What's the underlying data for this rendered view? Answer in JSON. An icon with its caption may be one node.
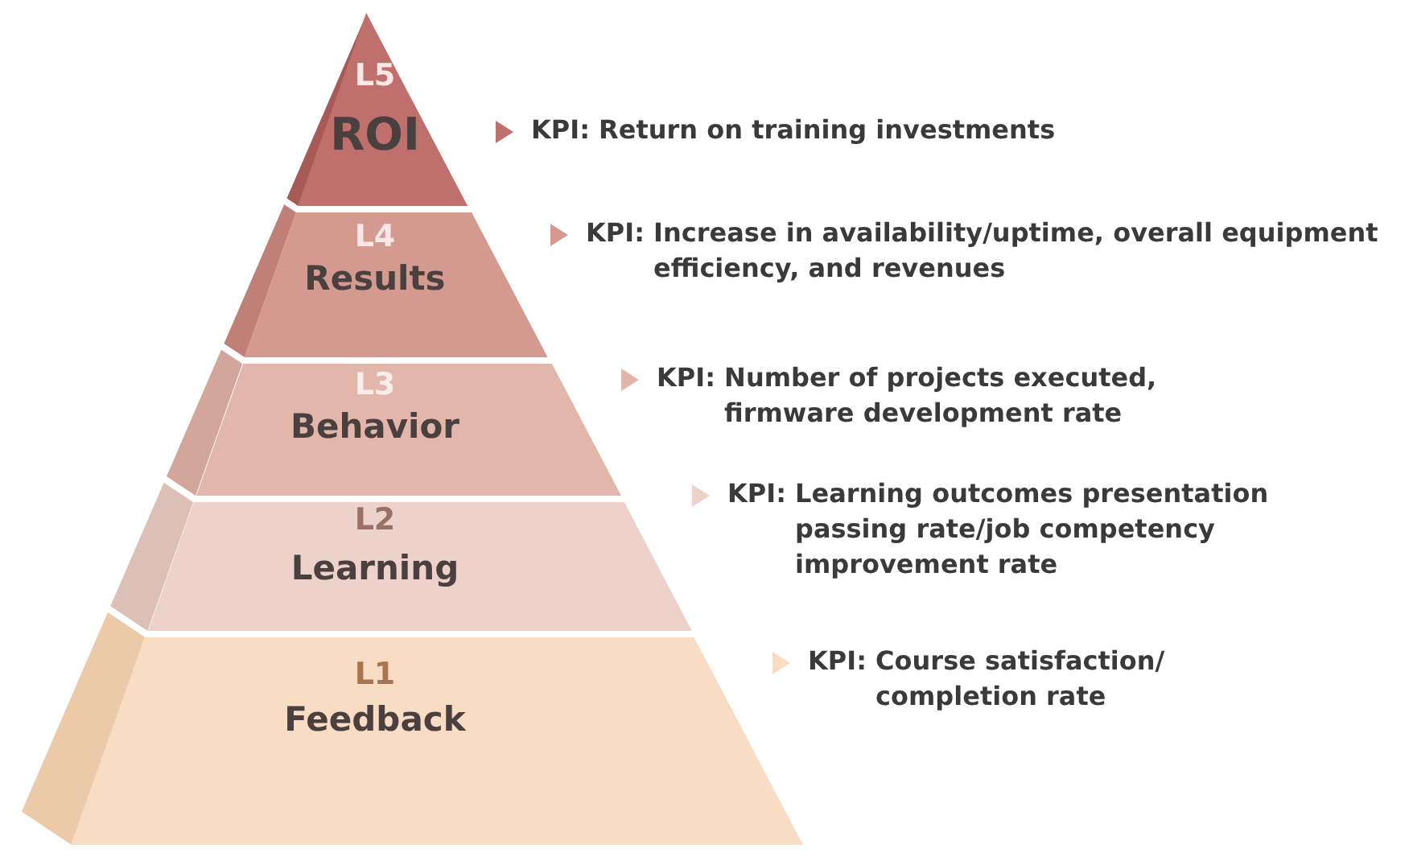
{
  "diagram": {
    "nodes": [
      {
        "text": [
          "L5",
          "ROI"
        ],
        "beside": [
          "KPI: Return on training investments"
        ]
      },
      {
        "text": [
          "L4",
          "Results"
        ],
        "beside": [
          "KPI: Increase in availability/uptime, overall equipment efficiency, and revenues"
        ]
      },
      {
        "text": [
          "L3",
          "Behavior"
        ],
        "beside": [
          "KPI: Number of projects executed, firmware development rate"
        ]
      },
      {
        "text": [
          "L2",
          "Learning"
        ],
        "beside": [
          "KPI: Learning outcomes presentation passing rate/job competency improvement rate"
        ]
      },
      {
        "text": [
          "L1",
          "Feedback"
        ],
        "beside": [
          "KPI: Course satisfaction/ completion rate"
        ]
      }
    ]
  }
}
